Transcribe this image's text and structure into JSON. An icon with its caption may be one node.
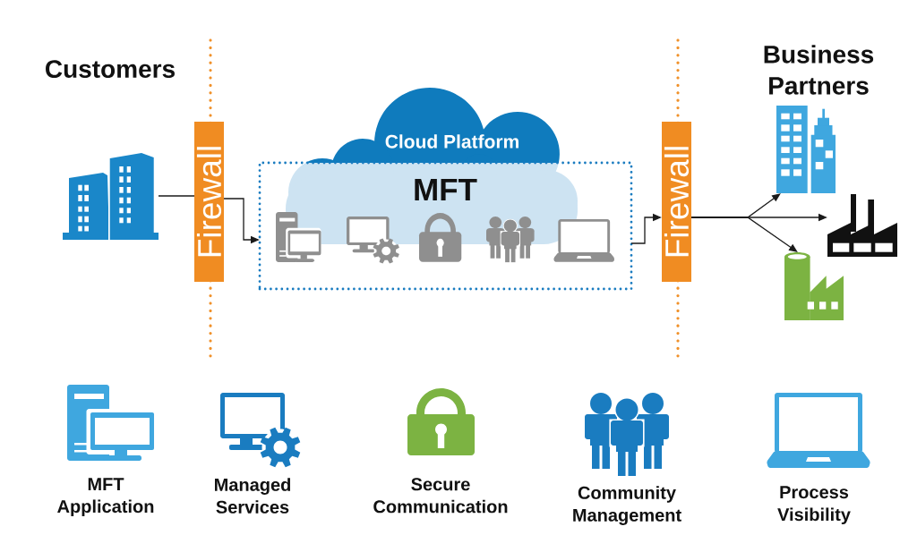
{
  "diagram": {
    "nodes": [
      {
        "text": [],
        "shape": "picture",
        "beside": [
          "Customers"
        ]
      },
      {
        "text": [
          "Firewall"
        ]
      },
      {
        "text": [
          "Cloud Platform"
        ]
      },
      {
        "text": [
          "MFT"
        ]
      },
      {
        "text": [
          "Firewall"
        ]
      },
      {
        "text": [],
        "shape": "picture"
      },
      {
        "text": [],
        "shape": "picture"
      },
      {
        "text": [],
        "shape": "picture"
      },
      {
        "text": [],
        "shape": "picture",
        "beside": [
          "MFT Application"
        ]
      },
      {
        "text": [],
        "shape": "picture",
        "beside": [
          "Managed Services"
        ]
      },
      {
        "text": [],
        "shape": "picture",
        "beside": [
          "Secure Communication"
        ]
      },
      {
        "text": [],
        "shape": "picture",
        "beside": [
          "Community Management"
        ]
      },
      {
        "text": [],
        "shape": "picture",
        "beside": [
          "Process Visibility"
        ]
      }
    ],
    "edges": [
      {
        "from": 0,
        "to": 1,
        "arrow": "none"
      },
      {
        "from": 1,
        "to": 3,
        "arrow": "to"
      },
      {
        "from": 3,
        "to": 4,
        "arrow": "to"
      },
      {
        "from": 4,
        "to": 5,
        "arrow": "to"
      },
      {
        "from": 4,
        "to": 6,
        "arrow": "to"
      },
      {
        "from": 4,
        "to": 7,
        "arrow": "to"
      }
    ],
    "labels": [
      "Business Partners"
    ]
  }
}
